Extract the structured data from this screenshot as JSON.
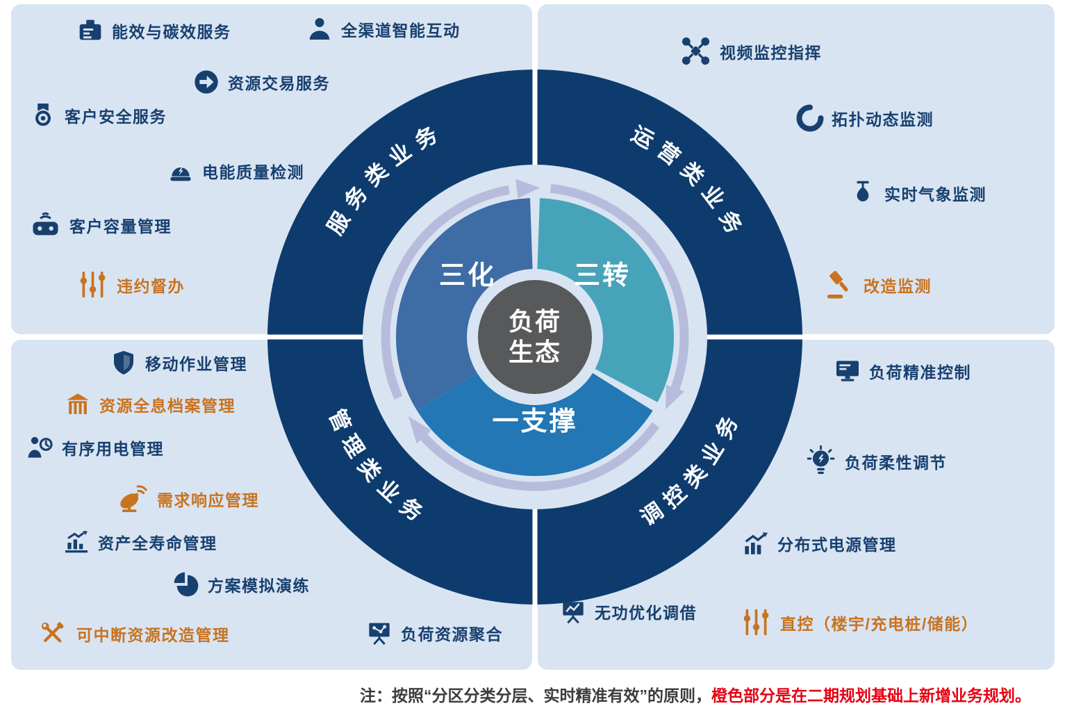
{
  "colors": {
    "background": "#d9e4f2",
    "ring_navy": "#0e3b6d",
    "segment_sanhua": "#3e6ca5",
    "segment_sanzhuan": "#47a3ba",
    "segment_yizhicheng": "#2277b4",
    "arrow_lavender": "#b7bcdc",
    "center_gray": "#58595b",
    "text_navy": "#17406f",
    "accent_orange": "#c8731f",
    "note_red": "#e60012"
  },
  "center": {
    "line1": "负荷",
    "line2": "生态"
  },
  "wheel": {
    "segment1": "三化",
    "segment2": "三转",
    "segment3": "一支撑"
  },
  "ring": {
    "label_service": "服务类业务",
    "label_operation": "运营类业务",
    "label_management": "管理类业务",
    "label_control": "调控类业务"
  },
  "quadrants": {
    "service": {
      "items": [
        {
          "label": "能效与碳效服务",
          "icon": "energy-meter-icon",
          "highlight": false
        },
        {
          "label": "全渠道智能互动",
          "icon": "person-icon",
          "highlight": false
        },
        {
          "label": "资源交易服务",
          "icon": "arrow-circle-icon",
          "highlight": false
        },
        {
          "label": "客户安全服务",
          "icon": "medal-icon",
          "highlight": false
        },
        {
          "label": "电能质量检测",
          "icon": "siren-icon",
          "highlight": false
        },
        {
          "label": "客户容量管理",
          "icon": "controller-icon",
          "highlight": false
        },
        {
          "label": "违约督办",
          "icon": "equalizer-icon",
          "highlight": true
        }
      ]
    },
    "operation": {
      "items": [
        {
          "label": "视频监控指挥",
          "icon": "drone-icon",
          "highlight": false
        },
        {
          "label": "拓扑动态监测",
          "icon": "radar-bowl-icon",
          "highlight": false
        },
        {
          "label": "实时气象监测",
          "icon": "weather-sensor-icon",
          "highlight": false
        },
        {
          "label": "改造监测",
          "icon": "gavel-icon",
          "highlight": true
        }
      ]
    },
    "management": {
      "items": [
        {
          "label": "移动作业管理",
          "icon": "shield-icon",
          "highlight": false
        },
        {
          "label": "资源全息档案管理",
          "icon": "archive-icon",
          "highlight": true
        },
        {
          "label": "有序用电管理",
          "icon": "person-clock-icon",
          "highlight": false
        },
        {
          "label": "需求响应管理",
          "icon": "satellite-icon",
          "highlight": true
        },
        {
          "label": "资产全寿命管理",
          "icon": "bar-chart-icon",
          "highlight": false
        },
        {
          "label": "方案模拟演练",
          "icon": "pie-chart-icon",
          "highlight": false
        },
        {
          "label": "可中断资源改造管理",
          "icon": "tools-icon",
          "highlight": true
        },
        {
          "label": "负荷资源聚合",
          "icon": "board-dots-icon",
          "highlight": false
        }
      ]
    },
    "control": {
      "items": [
        {
          "label": "负荷精准控制",
          "icon": "monitor-icon",
          "highlight": false
        },
        {
          "label": "负荷柔性调节",
          "icon": "bulb-icon",
          "highlight": false
        },
        {
          "label": "分布式电源管理",
          "icon": "trend-chart-icon",
          "highlight": false
        },
        {
          "label": "无功优化调借",
          "icon": "board-chart-icon",
          "highlight": false
        },
        {
          "label": "直控（楼宇/充电桩/储能）",
          "icon": "equalizer-icon",
          "highlight": true
        }
      ]
    }
  },
  "note": {
    "prefix": "注：按照“分区分类分层、实时精准有效”的原则，",
    "highlight": "橙色部分是在二期规划基础上新增业务规划。"
  }
}
